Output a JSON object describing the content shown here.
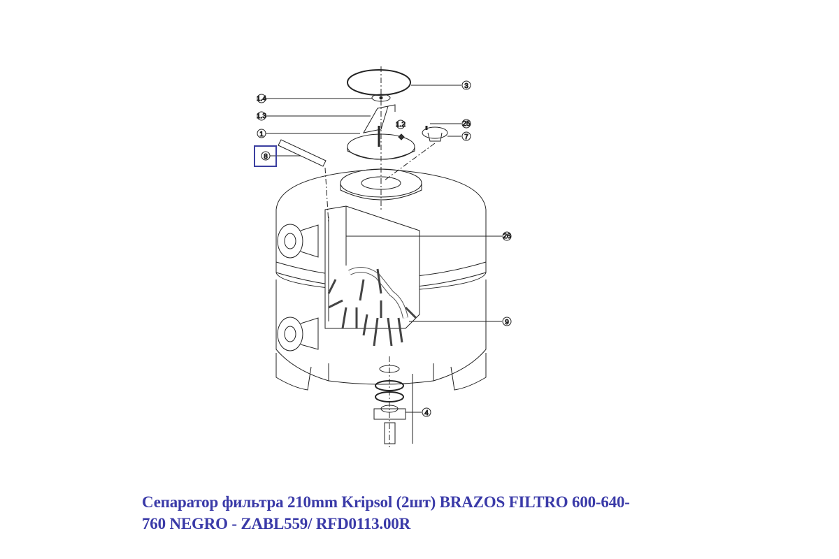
{
  "diagram": {
    "part_labels": [
      "3",
      "1.4",
      "1.3",
      "1",
      "1.2",
      "25",
      "7",
      "8",
      "26",
      "9",
      "4"
    ],
    "highlighted_part": "8",
    "line_color": "#222222",
    "highlight_color": "#3b3fa0"
  },
  "caption": {
    "line1": "Сепаратор фильтра 210mm Kripsol (2шт) BRAZOS FILTRO 600-640-",
    "line2": "760 NEGRO - ZABL559/ RFD0113.00R",
    "color": "#3a3aa8"
  }
}
